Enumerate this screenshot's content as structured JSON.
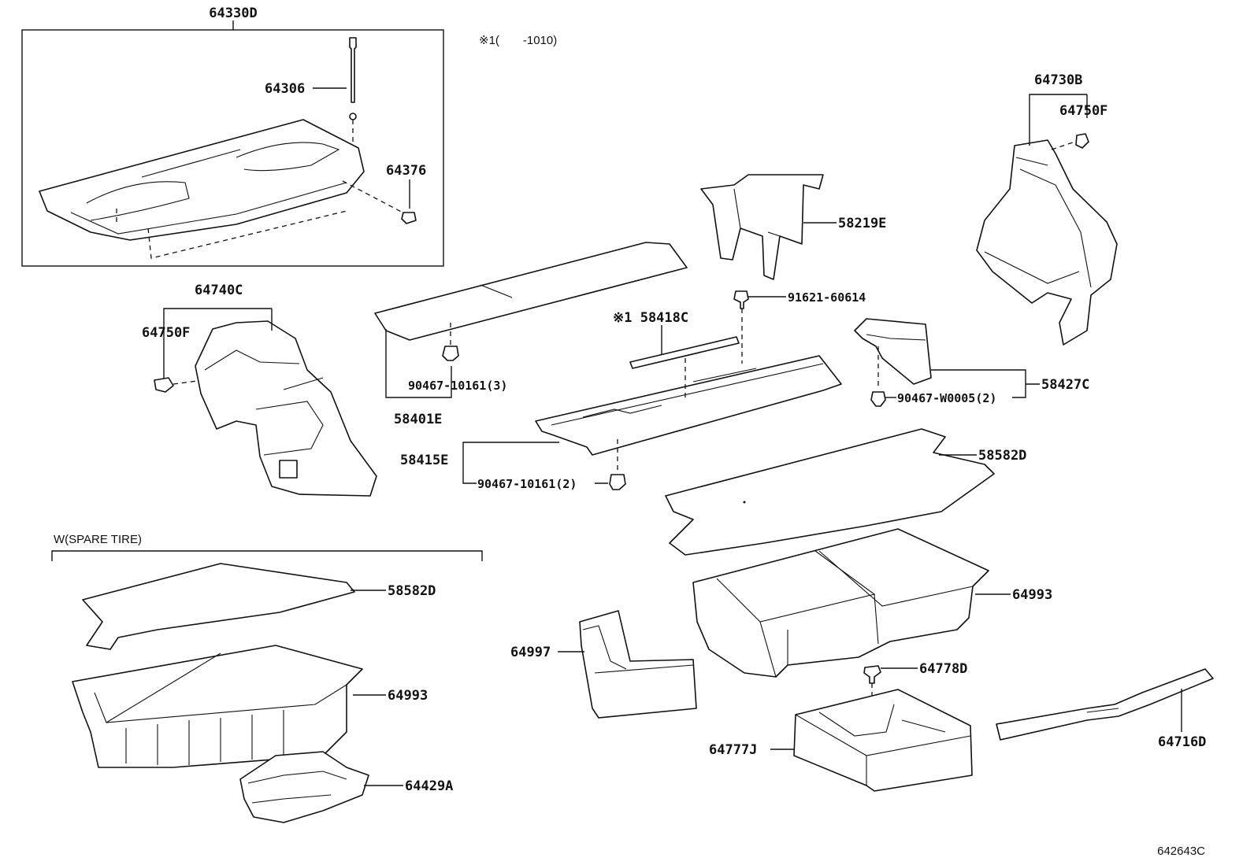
{
  "labels": {
    "p64330D": "64330D",
    "p64306": "64306",
    "p64376": "64376",
    "note_top": "※1(　　-1010)",
    "p64730B": "64730B",
    "p64750F_right": "64750F",
    "p58219E": "58219E",
    "p64740C": "64740C",
    "p64750F_left": "64750F",
    "p91621_60614": "91621-60614",
    "p58418C": "※1 58418C",
    "p90467_10161_3": "90467-10161(3)",
    "p58401E": "58401E",
    "p58427C": "58427C",
    "p90467_W0005_2": "90467-W0005(2)",
    "p58415E": "58415E",
    "p90467_10161_2": "90467-10161(2)",
    "p58582D_right": "58582D",
    "spare_tire_group": "W(SPARE TIRE)",
    "p58582D_left": "58582D",
    "p64993_right": "64993",
    "p64997": "64997",
    "p64778D": "64778D",
    "p64993_left": "64993",
    "p64777J": "64777J",
    "p64716D": "64716D",
    "p64429A": "64429A",
    "diagram_id": "642643C"
  }
}
